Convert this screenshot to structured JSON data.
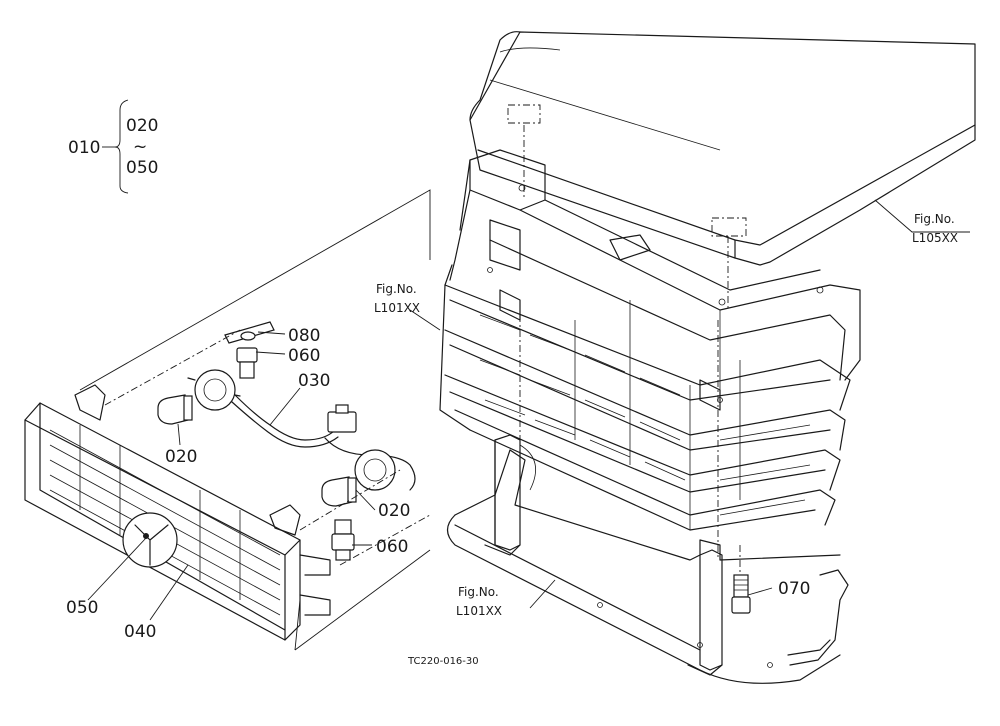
{
  "callouts": {
    "p010": "010",
    "p020_range_start": "020",
    "p020_range_tilde": "~",
    "p050_range_end": "050",
    "p080": "080",
    "p060_top": "060",
    "p030": "030",
    "p020_left": "020",
    "p020_right": "020",
    "p060_bottom": "060",
    "p050": "050",
    "p040": "040",
    "p070": "070"
  },
  "figure_refs": {
    "ref_l105_label": "Fig.No.",
    "ref_l105_code": "L105XX",
    "ref_l101_upper_label": "Fig.No.",
    "ref_l101_upper_code": "L101XX",
    "ref_l101_lower_label": "Fig.No.",
    "ref_l101_lower_code": "L101XX"
  },
  "drawing_code": "TC220-016-30"
}
